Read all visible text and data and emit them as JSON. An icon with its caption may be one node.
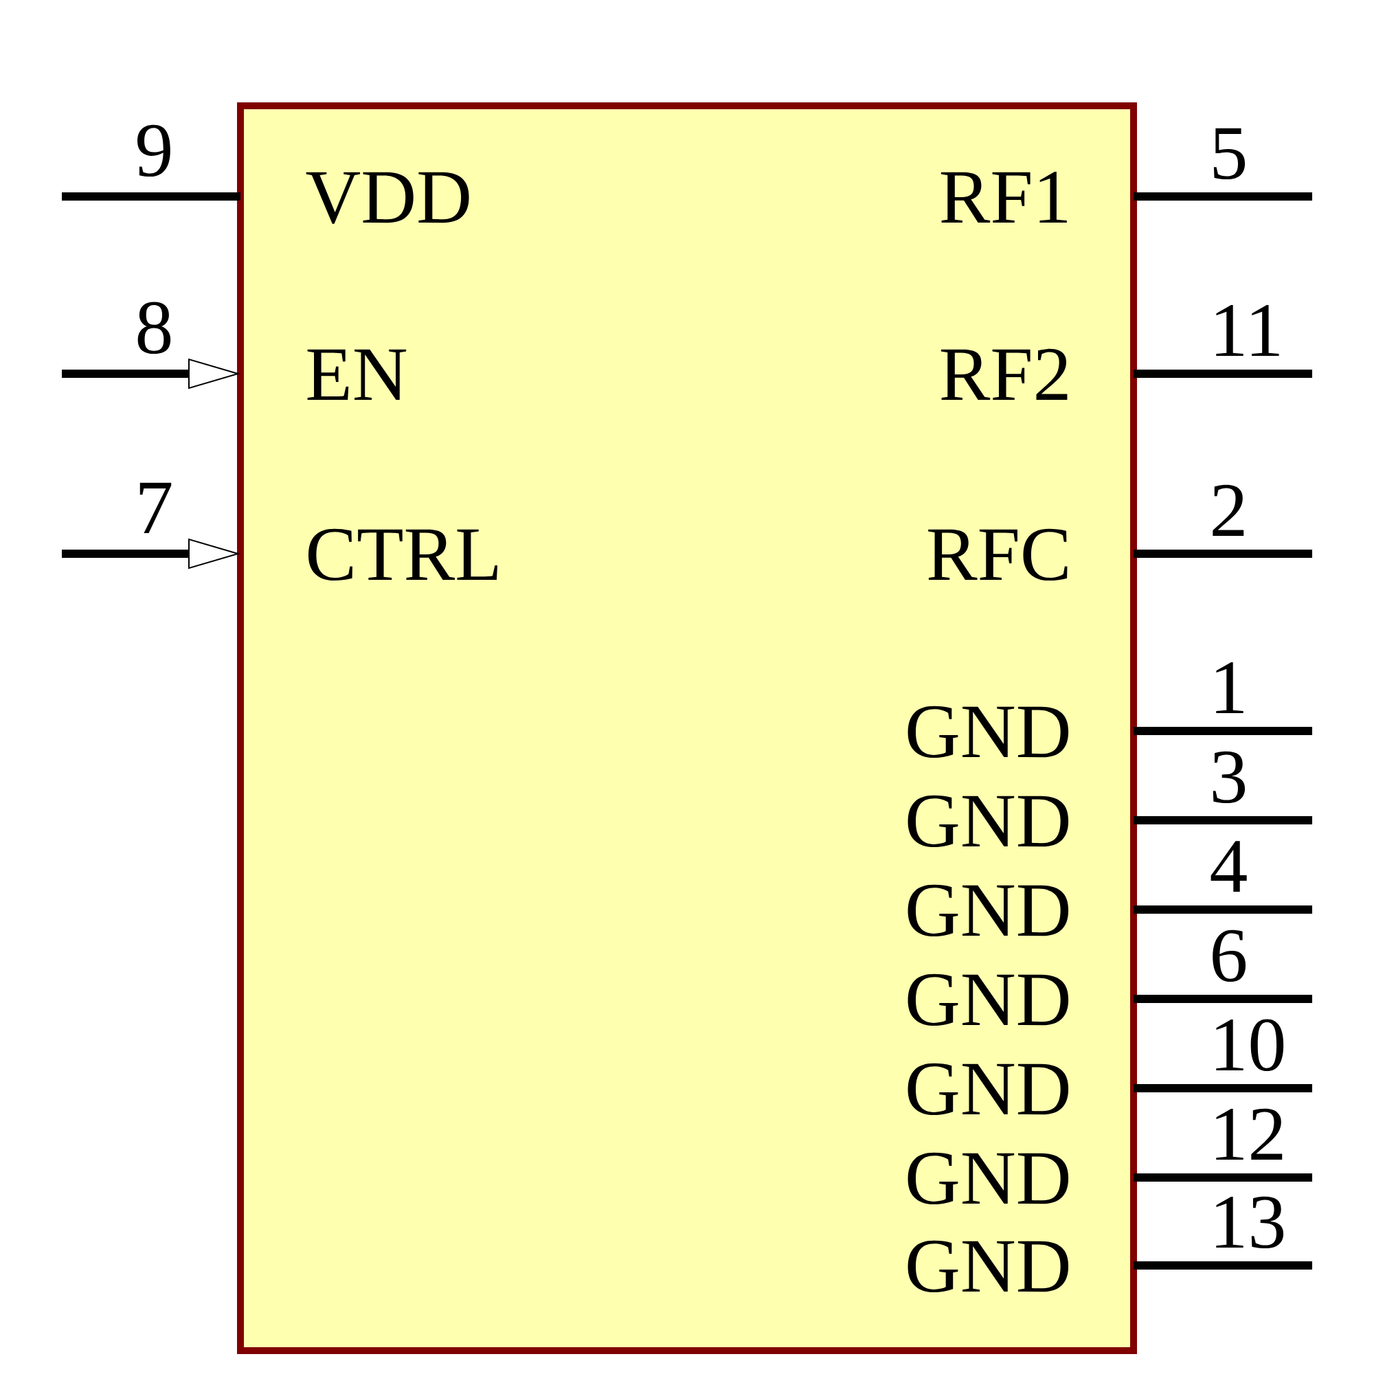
{
  "diagram": {
    "nodes": [
      {
        "text": [
          "VDD",
          "RF1",
          "EN",
          "RF2",
          "CTRL",
          "RFC",
          "GND",
          "GND",
          "GND",
          "GND",
          "GND",
          "GND",
          "GND"
        ]
      }
    ],
    "labels": [
      "9",
      "5",
      "8",
      "11",
      "7",
      "2",
      "1",
      "3",
      "4",
      "6",
      "10",
      "12",
      "13"
    ]
  }
}
